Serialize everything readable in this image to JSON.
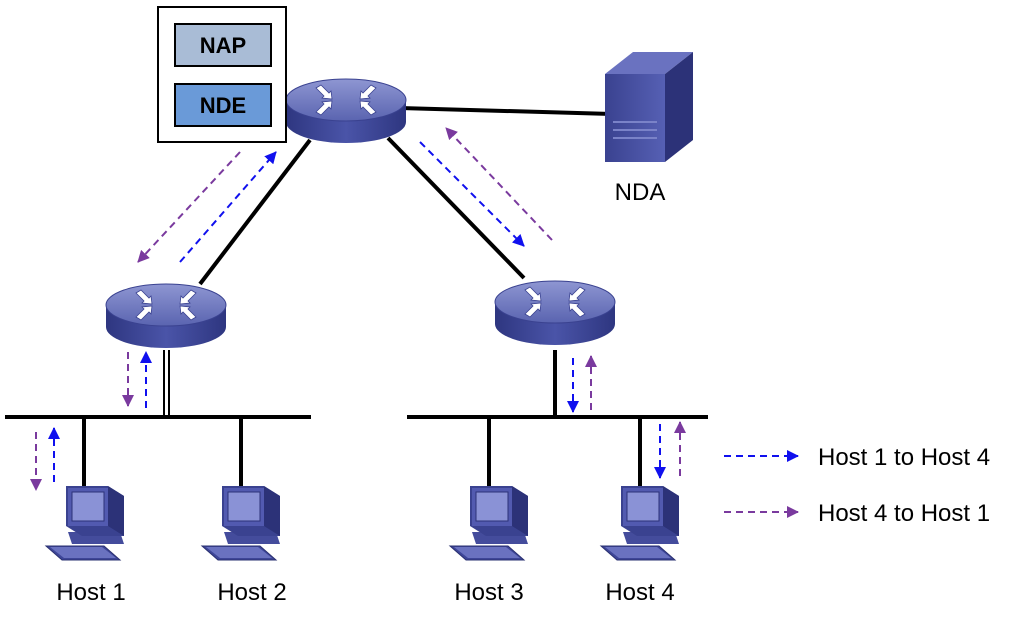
{
  "device_box": {
    "nap_label": "NAP",
    "nde_label": "NDE"
  },
  "nda": {
    "label": "NDA"
  },
  "hosts": [
    {
      "label": "Host 1"
    },
    {
      "label": "Host 2"
    },
    {
      "label": "Host 3"
    },
    {
      "label": "Host 4"
    }
  ],
  "legend": {
    "host1_to_host4": "Host 1 to Host 4",
    "host4_to_host1": "Host 4 to Host 1"
  },
  "colors": {
    "flow_host1_to_host4": "#1010ee",
    "flow_host4_to_host1": "#7a3a9e",
    "nap_fill": "#a9bcd6",
    "nde_fill": "#6a9ad8",
    "device_blue": "#4a56a6"
  }
}
